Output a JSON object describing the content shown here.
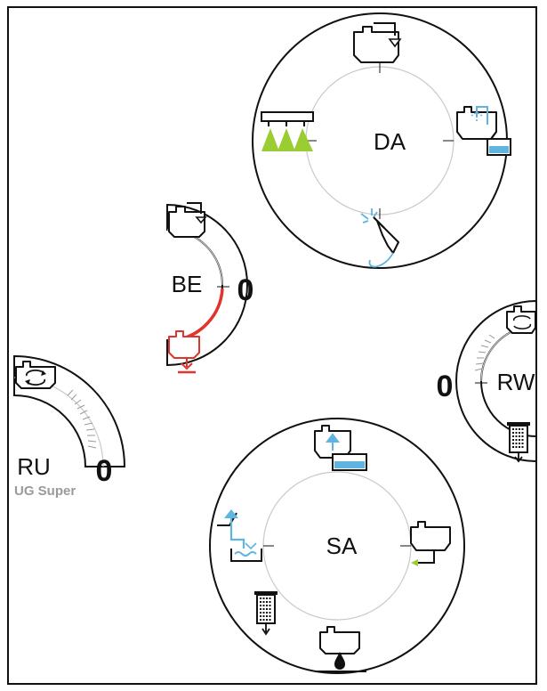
{
  "panels": {
    "da": {
      "label": "DA",
      "ring_color": "#c9c9c9",
      "icons": [
        "tank-fill-icon",
        "tank-wash-icon",
        "high-pressure-gun-icon",
        "boom-spray-icon"
      ]
    },
    "be": {
      "label": "BE",
      "count": "0",
      "accent": "#e0342c",
      "icons": [
        "tank-fill-icon",
        "tank-drain-icon"
      ]
    },
    "ru": {
      "label": "RU",
      "count": "0",
      "sublabel": "UG Super",
      "icons": [
        "circulation-tank-icon"
      ]
    },
    "rw": {
      "label": "RW",
      "count": "0",
      "icons": [
        "circulation-tank-icon",
        "filter-icon"
      ]
    },
    "sa": {
      "label": "SA",
      "icons": [
        "tank-rinse-icon",
        "tank-return-icon",
        "tank-drain-drop-icon",
        "filter-icon",
        "rinse-water-icon"
      ]
    }
  },
  "colors": {
    "green": "#9acd32",
    "blue": "#5fb4e0",
    "red": "#e0342c",
    "grey": "#9a9a9a"
  }
}
